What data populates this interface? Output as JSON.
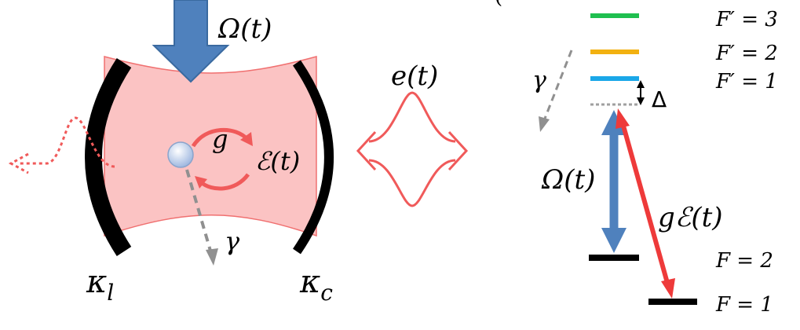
{
  "cavity_panel": {
    "pump_label": "Ω(t)",
    "coupling_label": "g",
    "field_label": "ℰ(t)",
    "decay_label": "γ",
    "output_label": "e(t)",
    "mirror_left_label": "κ",
    "mirror_left_sub": "l",
    "mirror_right_label": "κ",
    "mirror_right_sub": "c"
  },
  "level_panel": {
    "panel_letter_fragment": "(",
    "excited_levels": [
      {
        "label": "F′ = 3",
        "color": "#1fbf4f"
      },
      {
        "label": "F′ = 2",
        "color": "#f2b111"
      },
      {
        "label": "F′ = 1",
        "color": "#1aa7e8"
      }
    ],
    "detuning_label": "Δ",
    "decay_label": "γ",
    "pump_label": "Ω(t)",
    "coupling_label": "gℰ(t)",
    "ground_levels": [
      {
        "label": "F = 2"
      },
      {
        "label": "F = 1"
      }
    ]
  },
  "colors": {
    "pump_arrow": "#4f81bd",
    "cavity_fill": "#fbc3c3",
    "cavity_field": "#f05a5a",
    "mirror": "#000000",
    "decay": "#909090",
    "atom": "#c8d8f0"
  }
}
